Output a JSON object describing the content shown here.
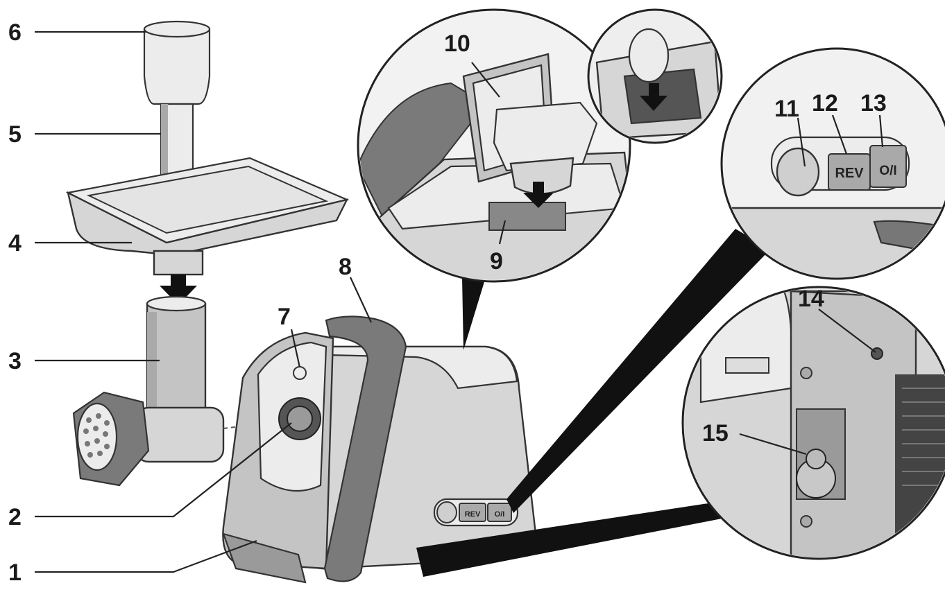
{
  "labels": {
    "l1": "1",
    "l2": "2",
    "l3": "3",
    "l4": "4",
    "l5": "5",
    "l6": "6",
    "l7": "7",
    "l8": "8",
    "l9": "9",
    "l10": "10",
    "l11": "11",
    "l12": "12",
    "l13": "13",
    "l14": "14",
    "l15": "15"
  },
  "buttons": {
    "rev": "REV",
    "onoff": "O/I"
  },
  "colors": {
    "body": "#d6d6d6",
    "handle": "#7a7a7a",
    "outline": "#333333"
  }
}
